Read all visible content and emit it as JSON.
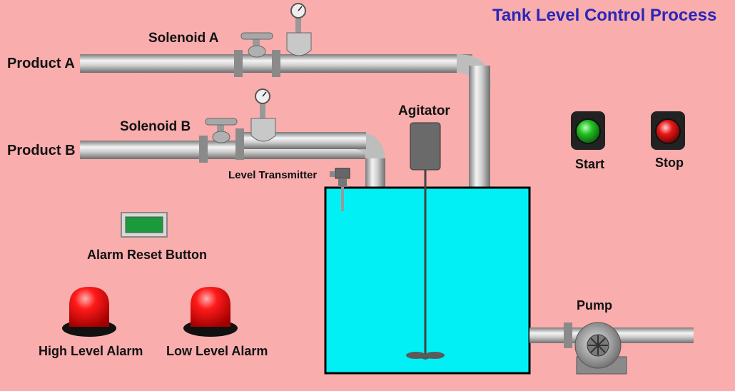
{
  "title": "Tank Level Control Process",
  "inputs": {
    "product_a": "Product A",
    "product_b": "Product B",
    "solenoid_a": "Solenoid A",
    "solenoid_b": "Solenoid B"
  },
  "instruments": {
    "level_transmitter": "Level Transmitter",
    "agitator": "Agitator",
    "pump": "Pump"
  },
  "controls": {
    "start_label": "Start",
    "stop_label": "Stop",
    "alarm_reset_label": "Alarm Reset Button",
    "high_level_alarm": "High Level Alarm",
    "low_level_alarm": "Low Level Alarm"
  },
  "colors": {
    "background": "#f9adad",
    "tank_fluid": "#00f0f5",
    "title": "#2a26b8",
    "start_lamp": "#1db81d",
    "stop_lamp": "#e01515",
    "alarm_beacon": "#ff1010",
    "reset_button": "#1a9a3a"
  }
}
